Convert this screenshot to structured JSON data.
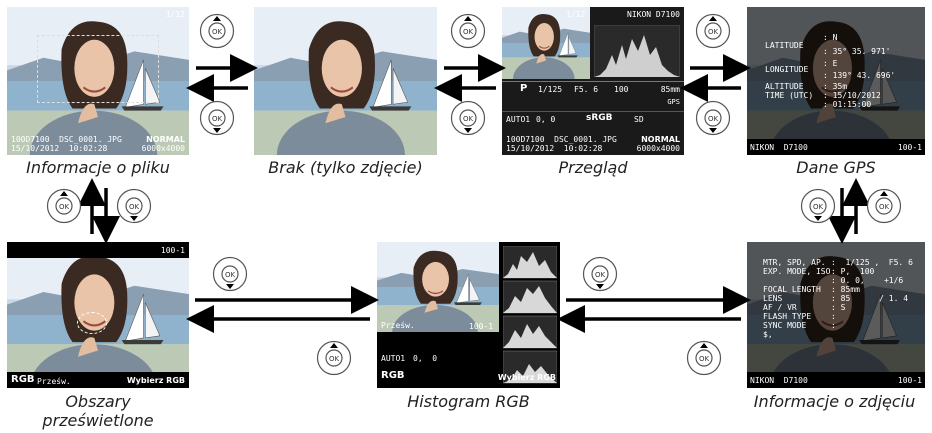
{
  "captions": {
    "file_info": "Informacje o pliku",
    "no_info": "Brak (tylko zdjęcie)",
    "overview": "Przegląd",
    "gps": "Dane GPS",
    "highlights_l1": "Obszary",
    "highlights_l2": "prześwietlone",
    "histogram": "Histogram RGB",
    "shooting": "Informacje o zdjęciu"
  },
  "file_info_screen": {
    "counter": "1/12",
    "line1": "100D7100  DSC_0001. JPG",
    "line2": "15/10/2012  10:02:28",
    "quality": "NORMAL",
    "size": "6000x4000"
  },
  "overview_screen": {
    "counter": "1/12",
    "camera": "NIKON D7100",
    "mode": "P",
    "shutter": "1/125",
    "aperture": "F5. 6",
    "iso": "100",
    "focal": "85mm",
    "wb": "AUTO1",
    "wb_fine": "0, 0",
    "color_space": "sRGB",
    "picture_control": "SD",
    "line1": "100D7100  DSC_0001. JPG",
    "line2": "15/10/2012  10:02:28",
    "quality": "NORMAL",
    "size": "6000x4000",
    "gps_badge": "GPS"
  },
  "gps_screen": {
    "lat_label": "LATITUDE",
    "lat_dir": ": N",
    "lat_val": ": 35° 35. 971'",
    "lon_label": "LONGITUDE",
    "lon_dir": ": E",
    "lon_val": ": 139° 43. 696'",
    "alt_label": "ALTITUDE",
    "alt_val": ": 35m",
    "time_label": "TIME (UTC)",
    "time_date": ": 15/10/2012",
    "time_val": ": 01:15:00",
    "camera": "NIKON  D7100",
    "frame": "100-1"
  },
  "highlights_screen": {
    "frame": "100-1",
    "rgb": "RGB",
    "label": "Prześw.",
    "hint": "Wybierz RGB"
  },
  "histogram_screen": {
    "label": "Prześw.",
    "frame": "100-1",
    "wb": "AUTO1",
    "wb_fine": "0,  0",
    "rgb": "RGB",
    "hint": "Wybierz RGB"
  },
  "shooting_screen": {
    "r1_label": "MTR, SPD, AP.",
    "r1_val": ":  1/125 ,  F5. 6",
    "r2_label": "EXP. MODE, ISO",
    "r2_val": ": P,  100",
    "r3_val": ": 0. 0,    +1/6",
    "r4_label": "FOCAL LENGTH",
    "r4_val": ": 85mm",
    "r5_label": "LENS",
    "r5_val": ": 85      / 1. 4",
    "r6_label": "AF / VR",
    "r6_val": ": S",
    "r7_label": "FLASH TYPE",
    "r7_val": ":",
    "r8_label": "SYNC MODE",
    "r8_val": ":",
    "r9_label": "$, ",
    "camera": "NIKON  D7100",
    "frame": "100-1"
  }
}
